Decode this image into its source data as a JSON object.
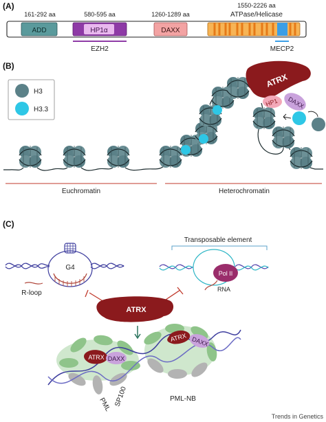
{
  "panels": {
    "a": "(A)",
    "b": "(B)",
    "c": "(C)"
  },
  "panel_a": {
    "domains": [
      {
        "name": "ADD",
        "range": "161-292 aa"
      },
      {
        "name": "HP1α",
        "range": "580-595 aa"
      },
      {
        "name": "DAXX",
        "range": "1260-1289 aa"
      },
      {
        "name": "ATPase/Helicase",
        "range": "1550-2226 aa"
      }
    ],
    "partners": [
      "EZH2",
      "MECP2"
    ]
  },
  "panel_b": {
    "legend": [
      "H3",
      "H3.3"
    ],
    "regions": [
      "Euchromatin",
      "Heterochromatin"
    ],
    "proteins": [
      "ATRX",
      "HP1",
      "DAXX"
    ]
  },
  "panel_c": {
    "g4": "G4",
    "rloop": "R-loop",
    "transposable": "Transposable element",
    "polii": "Pol II",
    "rna": "RNA",
    "atrx": "ATRX",
    "daxx": "DAXX",
    "sp100": "SP100",
    "pml": "PML",
    "pmlnb": "PML-NB"
  },
  "journal": "Trends in Genetics",
  "colors": {
    "h3": "#5b8188",
    "h33": "#2ec7e6",
    "atrx": "#8b1a1d",
    "daxx": "#c9a2dc",
    "hp1": "#f3a8b8",
    "add": "#5a9a9c",
    "hp1_domain": "#8e3aa6",
    "daxx_domain": "#f3a3a3",
    "helicase": "#f2a13a"
  }
}
